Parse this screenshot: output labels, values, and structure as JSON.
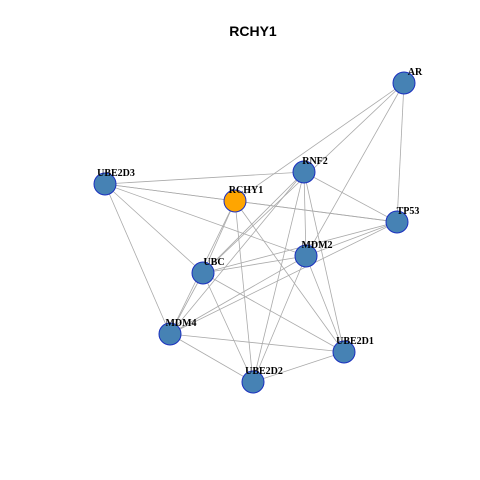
{
  "title": "RCHY1",
  "colors": {
    "query_node": "#FFA500",
    "other_node": "#4682B4",
    "node_border": "#1a2fbf",
    "edge": "#aaaaaa",
    "label": "#000000"
  },
  "nodes": [
    {
      "id": "AR",
      "label": "AR",
      "query": false
    },
    {
      "id": "RNF2",
      "label": "RNF2",
      "query": false
    },
    {
      "id": "UBE2D3",
      "label": "UBE2D3",
      "query": false
    },
    {
      "id": "RCHY1",
      "label": "RCHY1",
      "query": true
    },
    {
      "id": "TP53",
      "label": "TP53",
      "query": false
    },
    {
      "id": "MDM2",
      "label": "MDM2",
      "query": false
    },
    {
      "id": "UBC",
      "label": "UBC",
      "query": false
    },
    {
      "id": "MDM4",
      "label": "MDM4",
      "query": false
    },
    {
      "id": "UBE2D1",
      "label": "UBE2D1",
      "query": false
    },
    {
      "id": "UBE2D2",
      "label": "UBE2D2",
      "query": false
    }
  ],
  "edges": [
    [
      "AR",
      "RCHY1"
    ],
    [
      "AR",
      "TP53"
    ],
    [
      "AR",
      "MDM2"
    ],
    [
      "AR",
      "UBC"
    ],
    [
      "RNF2",
      "UBE2D3"
    ],
    [
      "RNF2",
      "TP53"
    ],
    [
      "RNF2",
      "MDM2"
    ],
    [
      "RNF2",
      "UBC"
    ],
    [
      "RNF2",
      "UBE2D1"
    ],
    [
      "RNF2",
      "UBE2D2"
    ],
    [
      "RNF2",
      "MDM4"
    ],
    [
      "UBE2D3",
      "RCHY1"
    ],
    [
      "UBE2D3",
      "TP53"
    ],
    [
      "UBE2D3",
      "MDM2"
    ],
    [
      "UBE2D3",
      "UBC"
    ],
    [
      "UBE2D3",
      "MDM4"
    ],
    [
      "RCHY1",
      "TP53"
    ],
    [
      "RCHY1",
      "UBC"
    ],
    [
      "RCHY1",
      "UBE2D1"
    ],
    [
      "RCHY1",
      "UBE2D2"
    ],
    [
      "RCHY1",
      "MDM4"
    ],
    [
      "TP53",
      "MDM2"
    ],
    [
      "TP53",
      "UBC"
    ],
    [
      "TP53",
      "MDM4"
    ],
    [
      "MDM2",
      "UBC"
    ],
    [
      "MDM2",
      "MDM4"
    ],
    [
      "MDM2",
      "UBE2D1"
    ],
    [
      "MDM2",
      "UBE2D2"
    ],
    [
      "UBC",
      "MDM4"
    ],
    [
      "UBC",
      "UBE2D1"
    ],
    [
      "UBC",
      "UBE2D2"
    ],
    [
      "MDM4",
      "UBE2D1"
    ],
    [
      "MDM4",
      "UBE2D2"
    ],
    [
      "UBE2D1",
      "UBE2D2"
    ]
  ]
}
